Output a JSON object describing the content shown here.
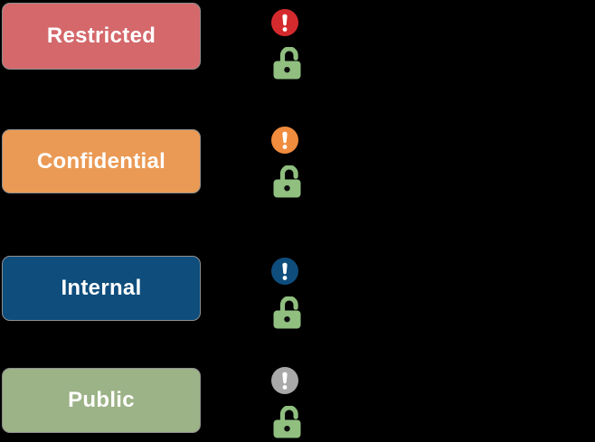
{
  "canvas": {
    "background_color": "#000000"
  },
  "icons": {
    "warning": "exclamation-circle-icon",
    "lock": "open-padlock-icon",
    "lock_color": "#90bf80",
    "keyhole_color": "#0d0d0d",
    "exclamation_color": "#ffffff"
  },
  "diagram": {
    "box_border_color": "#8f8f8f",
    "label_text_color": "#ffffff",
    "levels": [
      {
        "id": "restricted",
        "label": "Restricted",
        "box_color": "#d4686b",
        "warning_color": "#d42a2d",
        "lock_color": "#90bf80"
      },
      {
        "id": "confidential",
        "label": "Confidential",
        "box_color": "#ea9a55",
        "warning_color": "#f08c3e",
        "lock_color": "#90bf80"
      },
      {
        "id": "internal",
        "label": "Internal",
        "box_color": "#0e4d7c",
        "warning_color": "#0e4d7c",
        "lock_color": "#90bf80"
      },
      {
        "id": "public",
        "label": "Public",
        "box_color": "#9cb287",
        "warning_color": "#a9a9a9",
        "lock_color": "#90bf80"
      }
    ]
  }
}
